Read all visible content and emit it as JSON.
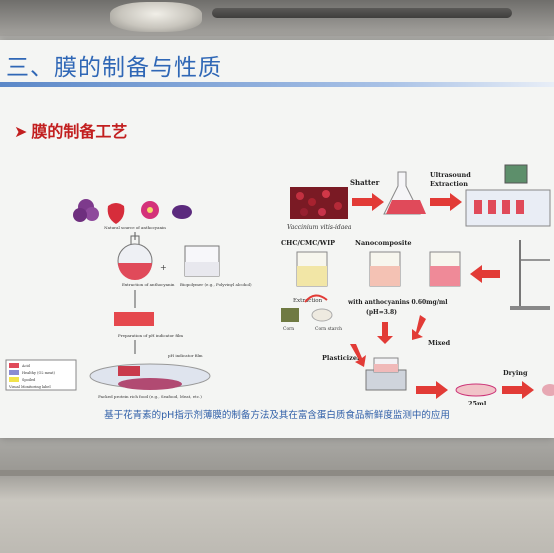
{
  "slide": {
    "title": "三、膜的制备与性质",
    "section": "膜的制备工艺",
    "caption": "基于花青素的pH指示剂薄膜的制备方法及其在富含蛋白质食品新鲜度监测中的应用"
  },
  "diagram": {
    "shatter": "Shatter",
    "ultrasound": "Ultrasound",
    "extraction_top": "Extraction",
    "berry": "Vaccinium vitis-idaea",
    "chc": "CHC/CMC/WIP",
    "nanocomposite": "Nanocomposite",
    "extraction_mid": "Extraction",
    "corn": "Corn",
    "corn_starch": "Corn starch",
    "anthocyanins": "with anthocyanins 0.60mg/ml",
    "ph": "(pH=3.8)",
    "plasticizer": "Plasticizer",
    "mixed": "Mixed",
    "drying": "Drying",
    "volume": "25ml",
    "left_natural": "Natural source of anthocyanin",
    "left_extraction": "Extraction of anthocyanin",
    "left_biopolymer": "Biopolymer (e.g., Polyvinyl alcohol)",
    "left_preparation": "Preparation of pH indicator film",
    "left_film": "pH indicator film",
    "left_packed": "Packed protein rich food (e.g., Seafood, Meat, etc.)",
    "legend": [
      "Acid",
      "Healthy (O2 meat)",
      "Spoiled",
      "Visual Monitoring label"
    ]
  },
  "colors": {
    "title": "#2f67b6",
    "section": "#c21f1f",
    "arrow": "#e23b36",
    "caption": "#2f5fa8"
  }
}
